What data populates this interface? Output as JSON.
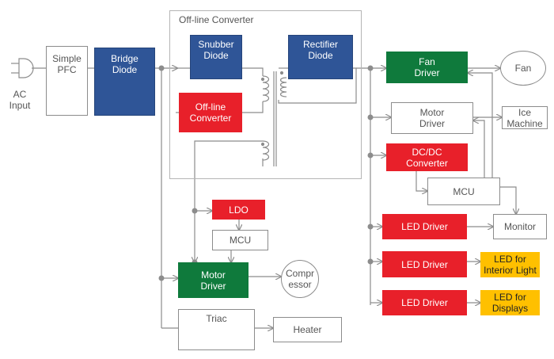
{
  "diagram": {
    "title": "Off-line Converter",
    "ac_input": [
      "AC",
      "Input"
    ],
    "simple_pfc": [
      "Simple",
      "PFC"
    ],
    "bridge_diode": [
      "Bridge",
      "Diode"
    ],
    "snubber_diode": [
      "Snubber",
      "Diode"
    ],
    "offline_converter": [
      "Off-line",
      "Converter"
    ],
    "rectifier_diode": [
      "Rectifier",
      "Diode"
    ],
    "ldo": "LDO",
    "mcu_left": "MCU",
    "motor_driver_green": [
      "Motor",
      "Driver"
    ],
    "compressor": [
      "Compr",
      "essor"
    ],
    "triac": "Triac",
    "heater": "Heater",
    "fan_driver": [
      "Fan",
      "Driver"
    ],
    "fan": "Fan",
    "motor_driver_white": [
      "Motor",
      "Driver"
    ],
    "ice_machine": [
      "Ice",
      "Machine"
    ],
    "dcdc_converter": [
      "DC/DC",
      "Converter"
    ],
    "mcu_right": "MCU",
    "led_driver_1": "LED Driver",
    "monitor": "Monitor",
    "led_driver_2": "LED Driver",
    "led_interior": [
      "LED for",
      "Interior Light"
    ],
    "led_driver_3": "LED Driver",
    "led_displays": [
      "LED for",
      "Displays"
    ]
  },
  "colors": {
    "blue": "#2f5597",
    "red": "#e8202a",
    "green": "#0f7a3c",
    "yellow": "#ffc000",
    "line": "#8c8c8c"
  }
}
